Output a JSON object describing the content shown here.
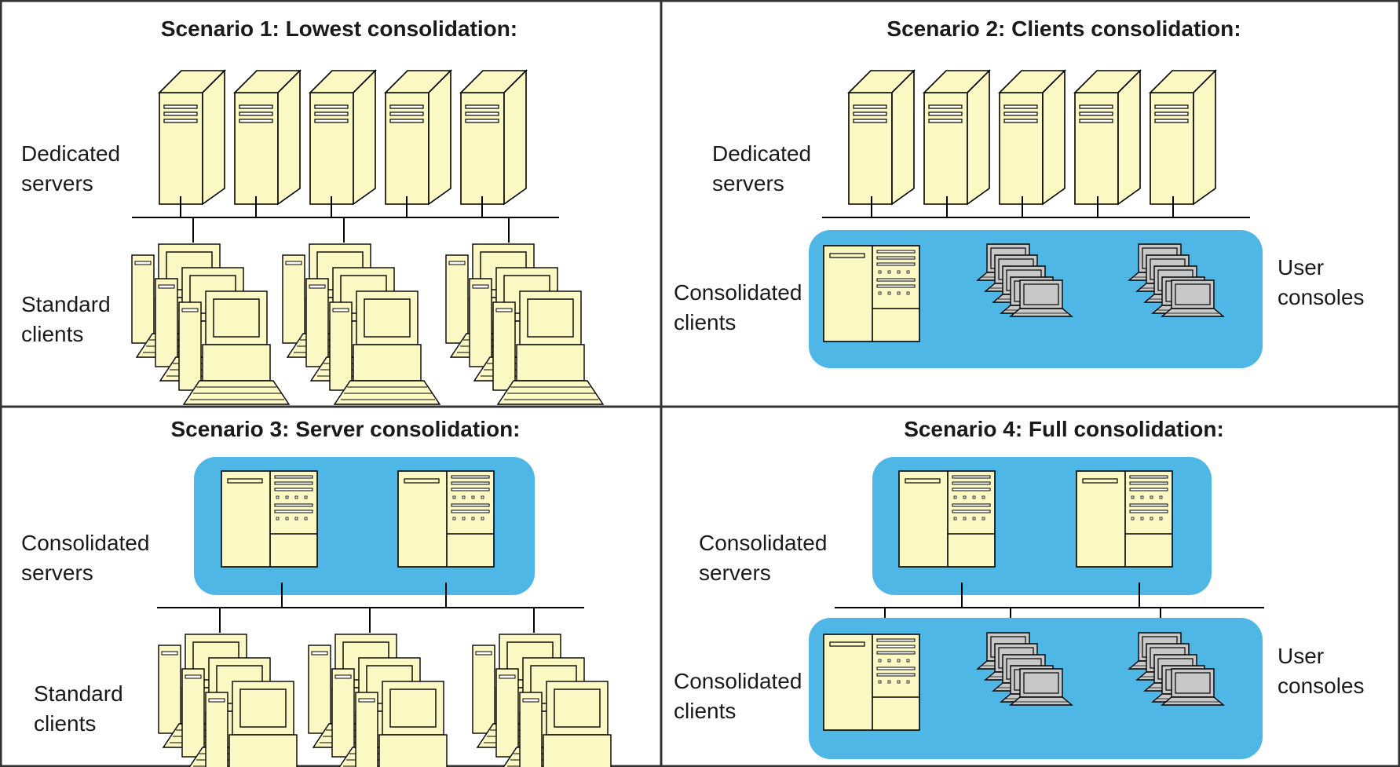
{
  "colors": {
    "cream": "#FCF8C4",
    "outline": "#000000",
    "panel_blue": "#4FB7E5",
    "laptop_gray": "#C8C8C8",
    "border": "#333333"
  },
  "icons": [
    "tower-server-icon",
    "desktop-client-stack-icon",
    "rack-server-icon",
    "laptop-stack-icon"
  ],
  "scenario1": {
    "title": "Scenario 1: Lowest consolidation:",
    "servers_label": [
      "Dedicated",
      "servers"
    ],
    "clients_label": [
      "Standard",
      "clients"
    ],
    "server_count": 5,
    "client_group_count": 3
  },
  "scenario2": {
    "title": "Scenario 2: Clients consolidation:",
    "servers_label": [
      "Dedicated",
      "servers"
    ],
    "clients_label": [
      "Consolidated",
      "clients"
    ],
    "consoles_label": [
      "User",
      "consoles"
    ],
    "server_count": 5,
    "console_group_count": 2
  },
  "scenario3": {
    "title": "Scenario 3: Server consolidation:",
    "servers_label": [
      "Consolidated",
      "servers"
    ],
    "clients_label": [
      "Standard",
      "clients"
    ],
    "rack_count": 2,
    "client_group_count": 3
  },
  "scenario4": {
    "title": "Scenario 4: Full consolidation:",
    "servers_label": [
      "Consolidated",
      "servers"
    ],
    "clients_label": [
      "Consolidated",
      "clients"
    ],
    "consoles_label": [
      "User",
      "consoles"
    ],
    "rack_count": 2,
    "console_group_count": 2
  }
}
